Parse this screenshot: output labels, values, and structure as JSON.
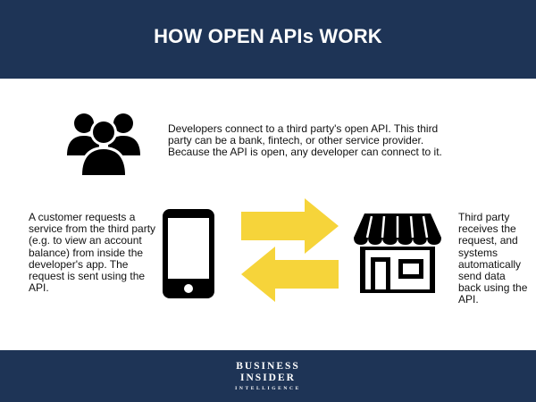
{
  "header": {
    "title": "HOW OPEN APIs WORK",
    "background": "#1e3456"
  },
  "steps": {
    "developers": "Developers connect to a third party's open API. This third party can be a bank, fintech, or other service provider. Because the API is open, any developer can connect to it.",
    "customer": "A customer requests a service from the third party (e.g. to view an account balance) from inside the developer's app. The request is sent using the API.",
    "third_party": "Third party receives the request, and systems automatically send data back using the API."
  },
  "icons": {
    "developers": "people-icon",
    "customer": "smartphone-icon",
    "exchange": "exchange-arrows-icon",
    "third_party": "storefront-icon"
  },
  "colors": {
    "arrow": "#f6d43a",
    "icon": "#000000",
    "navy": "#1e3456"
  },
  "footer": {
    "brand_line1": "BUSINESS",
    "brand_line2": "INSIDER",
    "brand_line3": "INTELLIGENCE"
  }
}
